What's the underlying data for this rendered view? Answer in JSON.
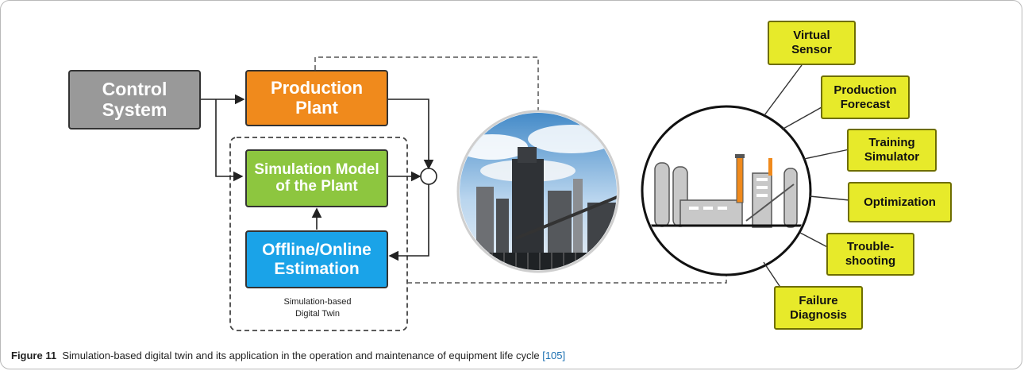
{
  "figure": {
    "blocks": {
      "control_system": "Control\nSystem",
      "production_plant": "Production\nPlant",
      "simulation_model": "Simulation Model\nof the Plant",
      "estimation": "Offline/Online\nEstimation"
    },
    "twin_label": "Simulation-based\nDigital Twin",
    "applications": [
      "Virtual\nSensor",
      "Production\nForecast",
      "Training\nSimulator",
      "Optimization",
      "Trouble-\nshooting",
      "Failure\nDiagnosis"
    ],
    "colors": {
      "control_system": "#999999",
      "production_plant": "#f08a1c",
      "simulation_model": "#8dc63f",
      "estimation": "#1aa3e8",
      "applications": "#e7ea2a"
    }
  },
  "caption": {
    "label": "Figure 11",
    "text": "Simulation-based digital twin and its application in the operation and maintenance of equipment life cycle",
    "reference": "[105]"
  }
}
